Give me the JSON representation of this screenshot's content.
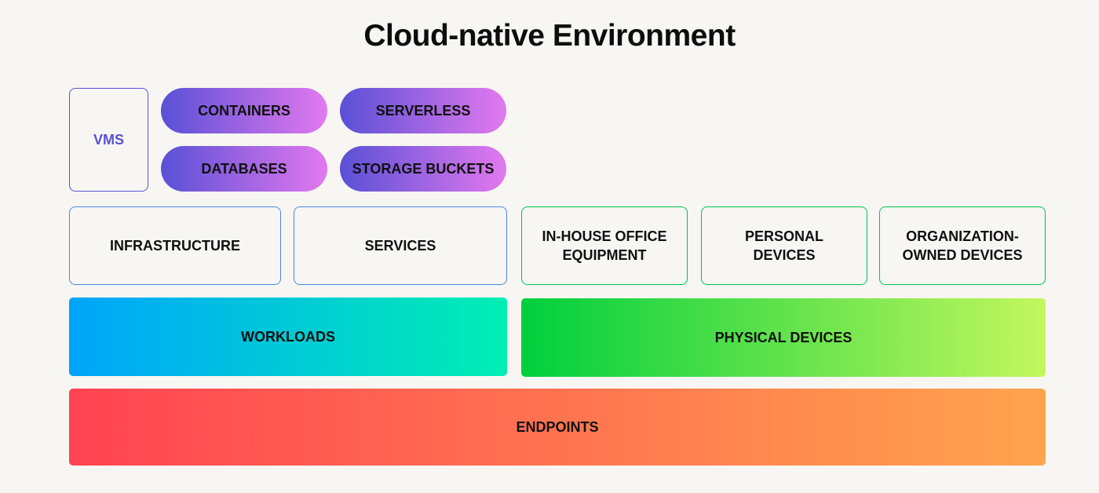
{
  "title": "Cloud-native Environment",
  "cloud_layer": {
    "vms": {
      "label": "VMS"
    },
    "pills": [
      {
        "label": "CONTAINERS"
      },
      {
        "label": "SERVERLESS"
      },
      {
        "label": "DATABASES"
      },
      {
        "label": "STORAGE BUCKETS"
      }
    ]
  },
  "category_boxes": [
    {
      "label": "INFRASTRUCTURE",
      "group": "workloads"
    },
    {
      "label": "SERVICES",
      "group": "workloads"
    },
    {
      "label": "IN-HOUSE OFFICE EQUIPMENT",
      "group": "physical-devices"
    },
    {
      "label": "PERSONAL DEVICES",
      "group": "physical-devices"
    },
    {
      "label": "ORGANIZATION-OWNED DEVICES",
      "group": "physical-devices"
    }
  ],
  "group_bars": [
    {
      "label": "WORKLOADS"
    },
    {
      "label": "PHYSICAL DEVICES"
    }
  ],
  "base_bar": {
    "label": "ENDPOINTS"
  },
  "colors": {
    "background": "#f7f6f3",
    "title_text": "#0d0d0d",
    "vms_border": "#5a51d6",
    "vms_text": "#5a51d6",
    "pill_gradient_start": "#5a50d6",
    "pill_gradient_end": "#e279ee",
    "blue_box_border": "#4d86e0",
    "green_box_border": "#00c44c",
    "workloads_gradient_start": "#00a4fb",
    "workloads_gradient_end": "#00efb3",
    "physical_gradient_start": "#00cf3d",
    "physical_gradient_end": "#c3f65d",
    "endpoints_gradient_start": "#ff4353",
    "endpoints_gradient_end": "#ffa44e",
    "label_text": "#101010"
  }
}
